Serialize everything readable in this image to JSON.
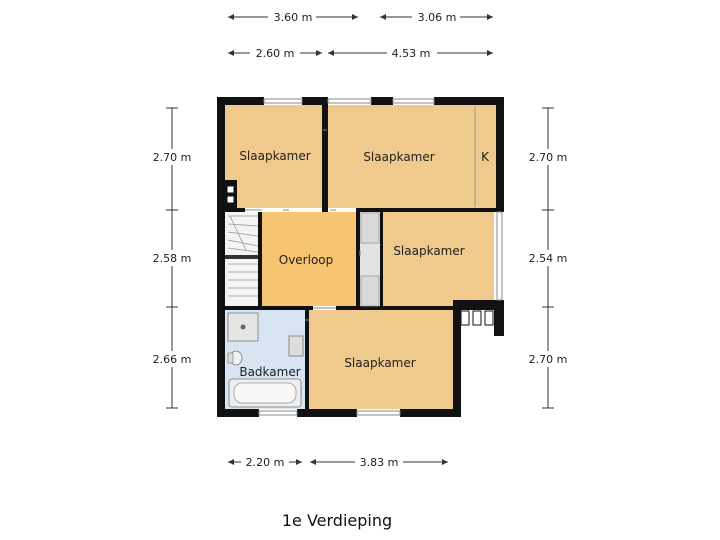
{
  "floor_title": "1e Verdieping",
  "rooms": {
    "slaapkamer_1": "Slaapkamer",
    "slaapkamer_2": "Slaapkamer",
    "kast": "K",
    "overloop": "Overloop",
    "slaapkamer_3": "Slaapkamer",
    "badkamer": "Badkamer",
    "slaapkamer_4": "Slaapkamer"
  },
  "dimensions": {
    "top_row1": [
      "3.60 m",
      "3.06 m"
    ],
    "top_row2": [
      "2.60 m",
      "4.53 m"
    ],
    "left": [
      "2.70 m",
      "2.58 m",
      "2.66 m"
    ],
    "right": [
      "2.70 m",
      "2.54 m",
      "2.70 m"
    ],
    "bottom": [
      "2.20 m",
      "3.83 m"
    ]
  },
  "colors": {
    "room_fill": "#f0c98c",
    "overloop_fill": "#f7c471",
    "badkamer_fill": "#d7e4f2",
    "wall": "#111111"
  }
}
